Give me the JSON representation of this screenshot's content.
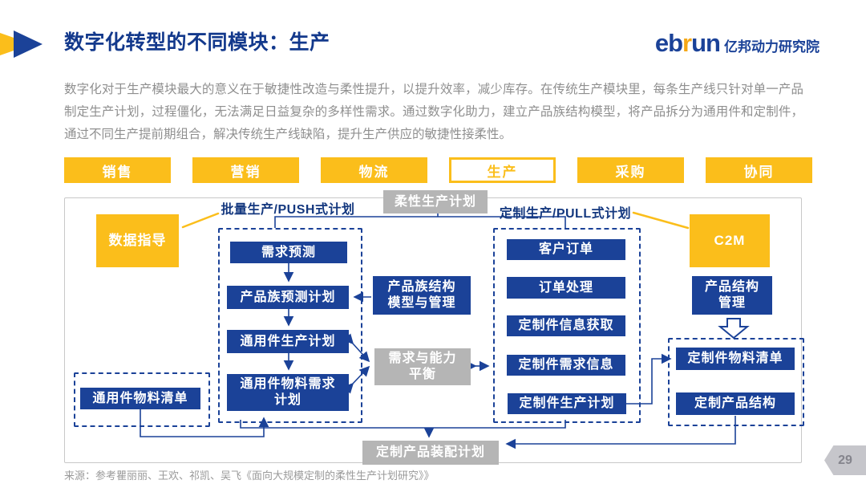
{
  "header": {
    "title": "数字化转型的不同模块：生产",
    "brand": {
      "prefix": "eb",
      "accent": "r",
      "suffix": "un",
      "name": "亿邦动力研究院"
    }
  },
  "intro": "数字化对于生产模块最大的意义在于敏捷性改造与柔性提升，以提升效率，减少库存。在传统生产模块里，每条生产线只针对单一产品制定生产计划，过程僵化，无法满足日益复杂的多样性需求。通过数字化助力，建立产品族结构模型，将产品拆分为通用件和定制件，通过不同生产提前期组合，解决传统生产线缺陷，提升生产供应的敏捷性接柔性。",
  "tabs": [
    {
      "label": "销售",
      "active": false
    },
    {
      "label": "营销",
      "active": false
    },
    {
      "label": "物流",
      "active": false
    },
    {
      "label": "生产",
      "active": true
    },
    {
      "label": "采购",
      "active": false
    },
    {
      "label": "协同",
      "active": false
    }
  ],
  "diagram": {
    "top_node": "柔性生产计划",
    "push_label": "批量生产/PUSH式计划",
    "pull_label": "定制生产/PULL式计划",
    "data_guide": "数据指导",
    "c2m": "C2M",
    "push_steps": [
      "需求预测",
      "产品族预测计划",
      "通用件生产计划",
      "通用件物料需求\n计划"
    ],
    "pull_steps": [
      "客户订单",
      "订单处理",
      "定制件信息获取",
      "定制件需求信息",
      "定制件生产计划"
    ],
    "family_model": "产品族结构\n模型与管理",
    "balance": "需求与能力\n平衡",
    "product_structure": "产品结构\n管理",
    "custom_bom": "定制件物料清单",
    "custom_structure": "定制产品结构",
    "common_bom": "通用件物料清单",
    "assembly_plan": "定制产品装配计划"
  },
  "footer": {
    "source": "来源：参考瞿丽丽、王欢、祁凯、吴飞《面向大规模定制的柔性生产计划研究》》",
    "page": "29"
  },
  "colors": {
    "accent_yellow": "#FBBE1B",
    "primary_blue": "#1B4298",
    "title_blue": "#13398C",
    "gray_node": "#B5B5B5",
    "body_text": "#8F8F8F"
  }
}
